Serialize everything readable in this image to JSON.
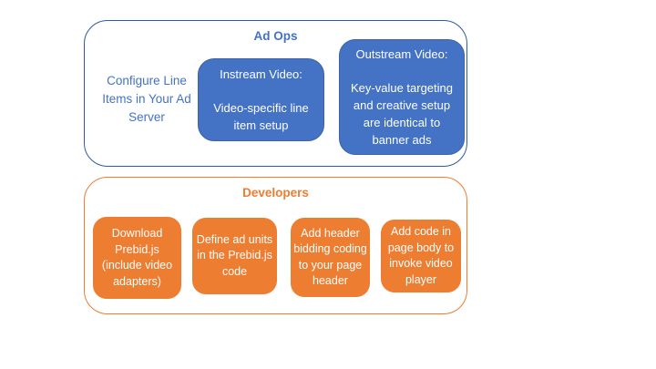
{
  "colors": {
    "blue_fill": "#4472C4",
    "blue_box_border": "#3C63A8",
    "blue_container_border": "#2E5B9C",
    "blue_text": "#4472C4",
    "orange": "#ED7D31",
    "box_text": "#FFFFFF",
    "background": "#FFFFFF"
  },
  "ad_ops_section": {
    "title": "Ad Ops",
    "side_note": "Configure Line Items in Your Ad Server",
    "boxes": [
      {
        "heading": "Instream Video:",
        "body": "Video-specific line item setup"
      },
      {
        "heading": "Outstream Video:",
        "body": "Key-value targeting and creative setup are identical to banner ads"
      }
    ]
  },
  "developers_section": {
    "title": "Developers",
    "steps": [
      "Download Prebid.js (include video adapters)",
      "Define ad units in the Prebid.js code",
      "Add header bidding coding to your page header",
      "Add code in page body to invoke video player"
    ]
  }
}
